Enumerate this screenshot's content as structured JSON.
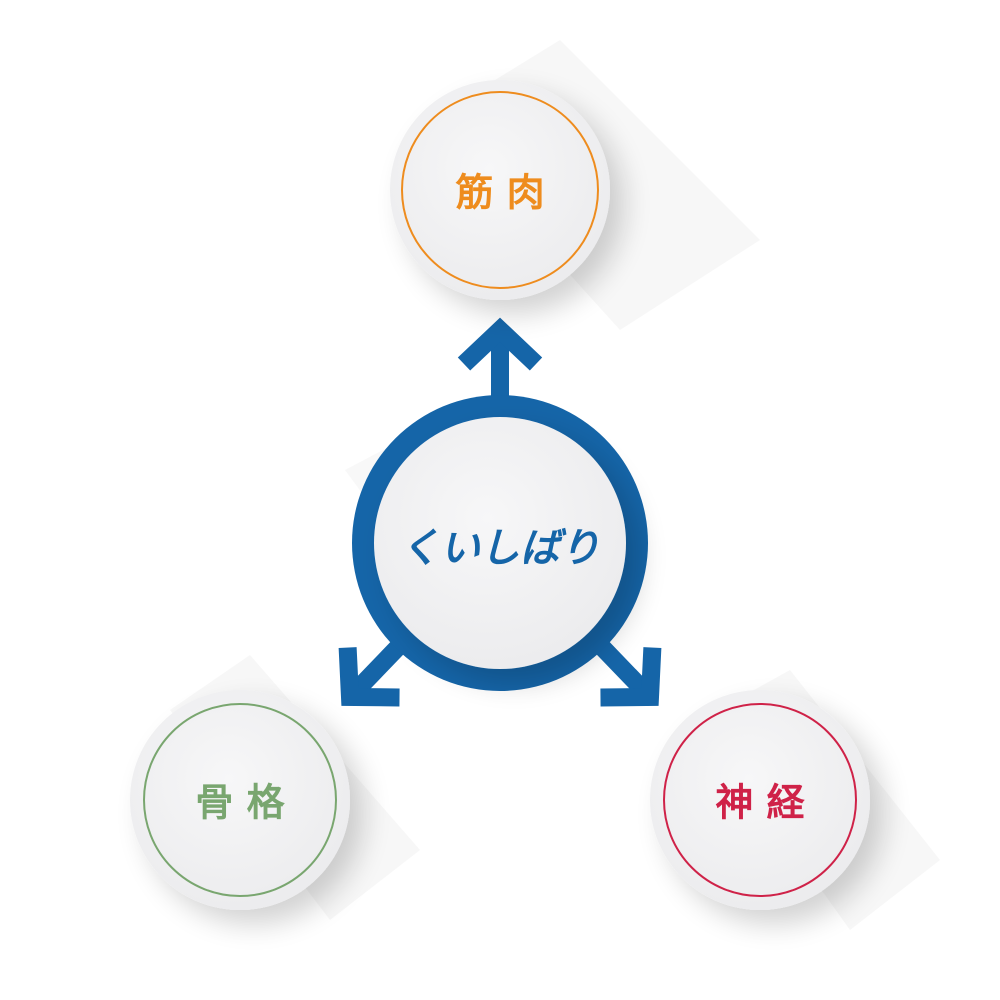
{
  "center": {
    "label": "くいしばり",
    "color": "#1565a8"
  },
  "nodes": [
    {
      "id": "muscle",
      "label": "筋 肉",
      "color": "#ee8c1e"
    },
    {
      "id": "skeleton",
      "label": "骨 格",
      "color": "#79a66f"
    },
    {
      "id": "nerve",
      "label": "神 経",
      "color": "#cf2248"
    }
  ],
  "arrow_color": "#1565a8"
}
